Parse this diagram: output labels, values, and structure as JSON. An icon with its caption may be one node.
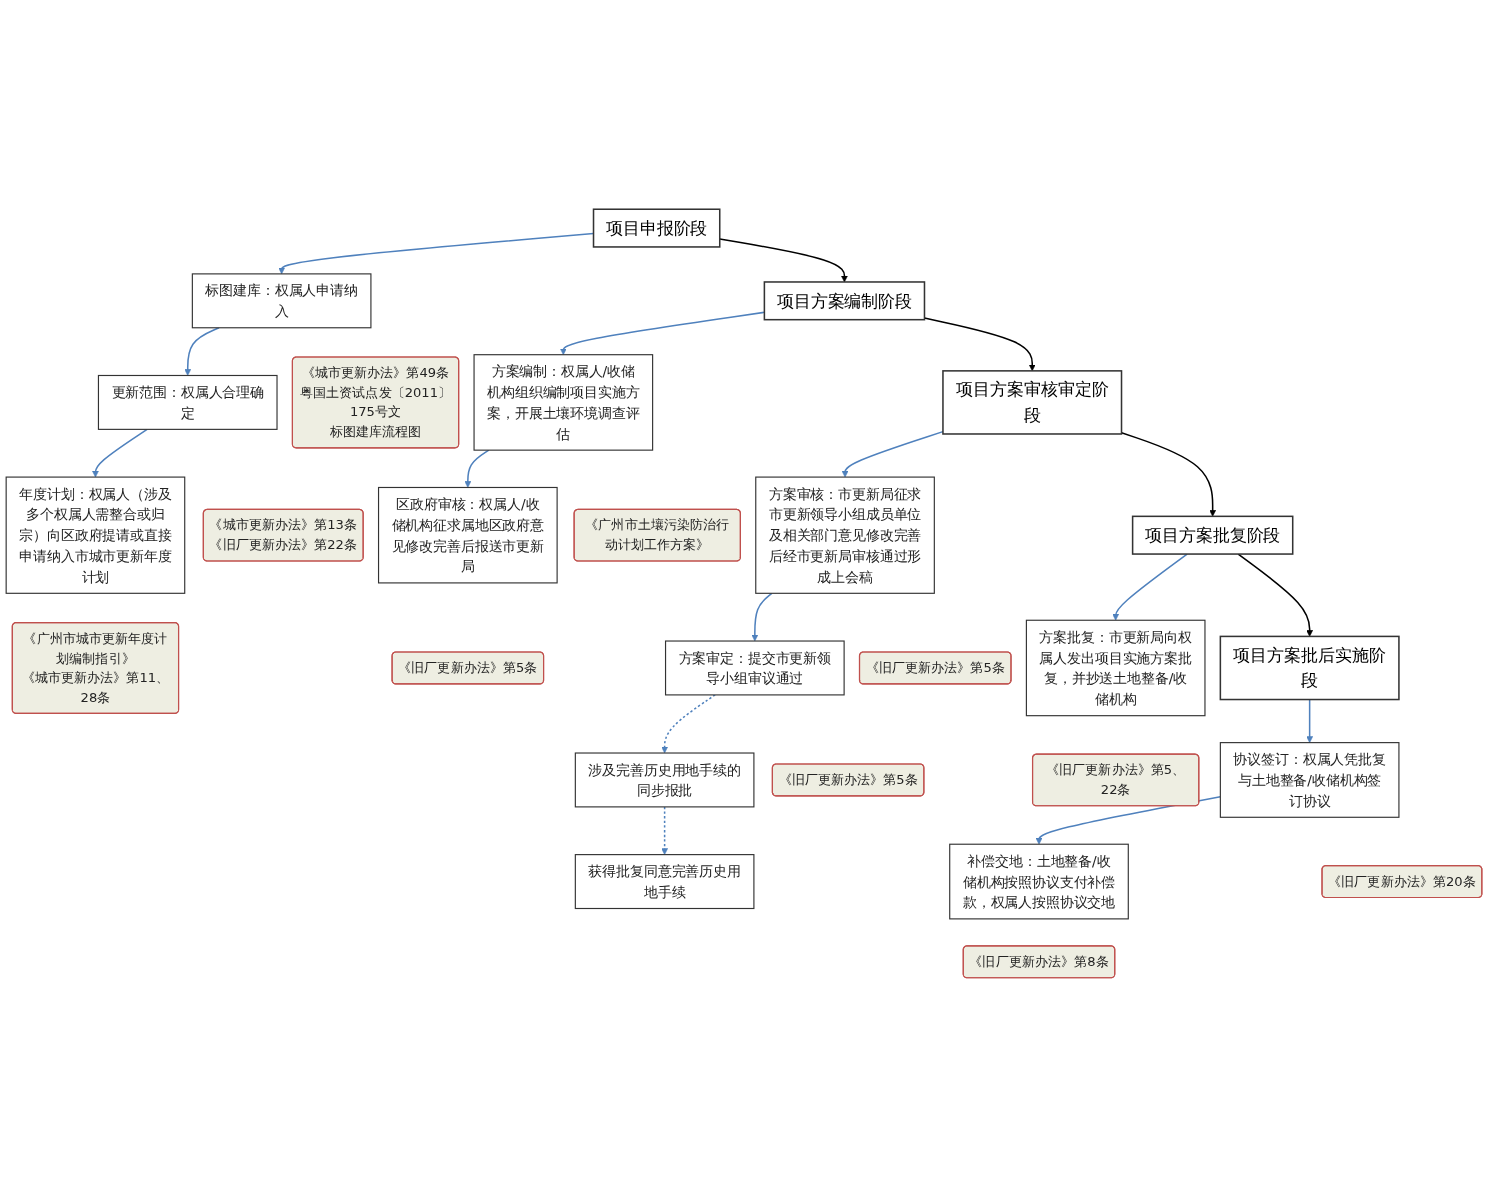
{
  "diagram": {
    "nodes": [
      {
        "text": [
          "项目申报阶段"
        ]
      },
      {
        "text": [
          "标图建库：权属人申请纳入"
        ]
      },
      {
        "text": [
          "更新范围：权属人合理确定"
        ]
      },
      {
        "text": [
          "年度计划：权属人（涉及多个权属人需整合或归宗）向区政府提请或直接申请纳入市城市更新年度计划"
        ]
      },
      {
        "text": [
          "《城市更新办法》第49条",
          "粤国土资试点发〔2011〕175号文",
          "标图建库流程图"
        ]
      },
      {
        "text": [
          "《城市更新办法》第13条",
          "《旧厂更新办法》第22条"
        ]
      },
      {
        "text": [
          "《广州市城市更新年度计划编制指引》",
          "《城市更新办法》第11、28条"
        ]
      },
      {
        "text": [
          "项目方案编制阶段"
        ]
      },
      {
        "text": [
          "方案编制：权属人/收储机构组织编制项目实施方案，开展土壤环境调查评估"
        ]
      },
      {
        "text": [
          "区政府审核：权属人/收储机构征求属地区政府意见修改完善后报送市更新局"
        ]
      },
      {
        "text": [
          "《广州市土壤污染防治行动计划工作方案》"
        ]
      },
      {
        "text": [
          "《旧厂更新办法》第5条"
        ]
      },
      {
        "text": [
          "项目方案审核审定阶段"
        ]
      },
      {
        "text": [
          "方案审核：市更新局征求市更新领导小组成员单位及相关部门意见修改完善后经市更新局审核通过形成上会稿"
        ]
      },
      {
        "text": [
          "方案审定：提交市更新领导小组审议通过"
        ]
      },
      {
        "text": [
          "涉及完善历史用地手续的同步报批"
        ]
      },
      {
        "text": [
          "获得批复同意完善历史用地手续"
        ]
      },
      {
        "text": [
          "《旧厂更新办法》第5条"
        ]
      },
      {
        "text": [
          "《旧厂更新办法》第5条"
        ]
      },
      {
        "text": [
          "项目方案批复阶段"
        ]
      },
      {
        "text": [
          "方案批复：市更新局向权属人发出项目实施方案批复，并抄送土地整备/收储机构"
        ]
      },
      {
        "text": [
          "《旧厂更新办法》第5、22条"
        ]
      },
      {
        "text": [
          "项目方案批后实施阶段"
        ]
      },
      {
        "text": [
          "协议签订：权属人凭批复与土地整备/收储机构签订协议"
        ]
      },
      {
        "text": [
          "补偿交地：土地整备/收储机构按照协议支付补偿款，权属人按照协议交地"
        ]
      },
      {
        "text": [
          "《旧厂更新办法》第20条"
        ]
      },
      {
        "text": [
          "《旧厂更新办法》第8条"
        ]
      }
    ],
    "edges": [
      {
        "from": 0,
        "to": 1,
        "arrow": "to"
      },
      {
        "from": 1,
        "to": 2,
        "arrow": "to"
      },
      {
        "from": 2,
        "to": 3,
        "arrow": "to"
      },
      {
        "from": 0,
        "to": 7,
        "arrow": "to",
        "color": "#000000"
      },
      {
        "from": 7,
        "to": 8,
        "arrow": "to"
      },
      {
        "from": 8,
        "to": 9,
        "arrow": "to"
      },
      {
        "from": 7,
        "to": 12,
        "arrow": "to",
        "color": "#000000"
      },
      {
        "from": 12,
        "to": 13,
        "arrow": "to"
      },
      {
        "from": 13,
        "to": 14,
        "arrow": "to"
      },
      {
        "from": 14,
        "to": 15,
        "arrow": "to",
        "style": "dashed"
      },
      {
        "from": 15,
        "to": 16,
        "arrow": "to",
        "style": "dashed"
      },
      {
        "from": 12,
        "to": 19,
        "arrow": "to",
        "color": "#000000"
      },
      {
        "from": 19,
        "to": 20,
        "arrow": "to"
      },
      {
        "from": 19,
        "to": 22,
        "arrow": "to",
        "color": "#000000"
      },
      {
        "from": 22,
        "to": 23,
        "arrow": "to"
      },
      {
        "from": 23,
        "to": 24,
        "arrow": "to"
      }
    ]
  }
}
